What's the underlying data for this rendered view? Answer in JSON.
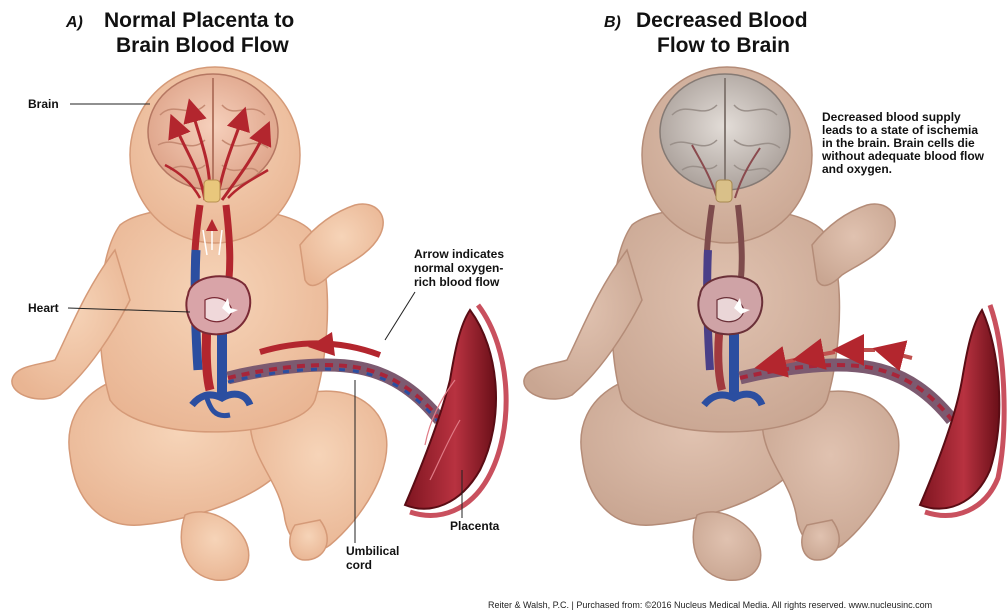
{
  "panel_a": {
    "letter": "A)",
    "title_line1": "Normal  Placenta to",
    "title_line2": "Brain Blood Flow",
    "labels": {
      "brain": "Brain",
      "heart": "Heart",
      "arrow_note_line1": "Arrow indicates",
      "arrow_note_line2": "normal oxygen-",
      "arrow_note_line3": "rich blood flow",
      "placenta": "Placenta",
      "umbilical_line1": "Umbilical",
      "umbilical_line2": "cord"
    }
  },
  "panel_b": {
    "letter": "B)",
    "title_line1": "Decreased Blood",
    "title_line2": "Flow to Brain",
    "note_lines": [
      "Decreased blood supply",
      "leads to a state of ischemia",
      "in the brain. Brain cells die",
      "without adequate blood flow",
      "and oxygen."
    ]
  },
  "credit": "Reiter & Walsh, P.C.  |  Purchased from: ©2016  Nucleus Medical Media. All rights reserved. www.nucleusinc.com",
  "colors": {
    "skin_normal": "#f1c7a6",
    "skin_pale": "#d7b6a3",
    "artery": "#b3262e",
    "vein": "#2b4ea0",
    "brain_pink": "#f2c1a8",
    "brain_grey": "#c9c2bd",
    "placenta": "#9e2230"
  }
}
